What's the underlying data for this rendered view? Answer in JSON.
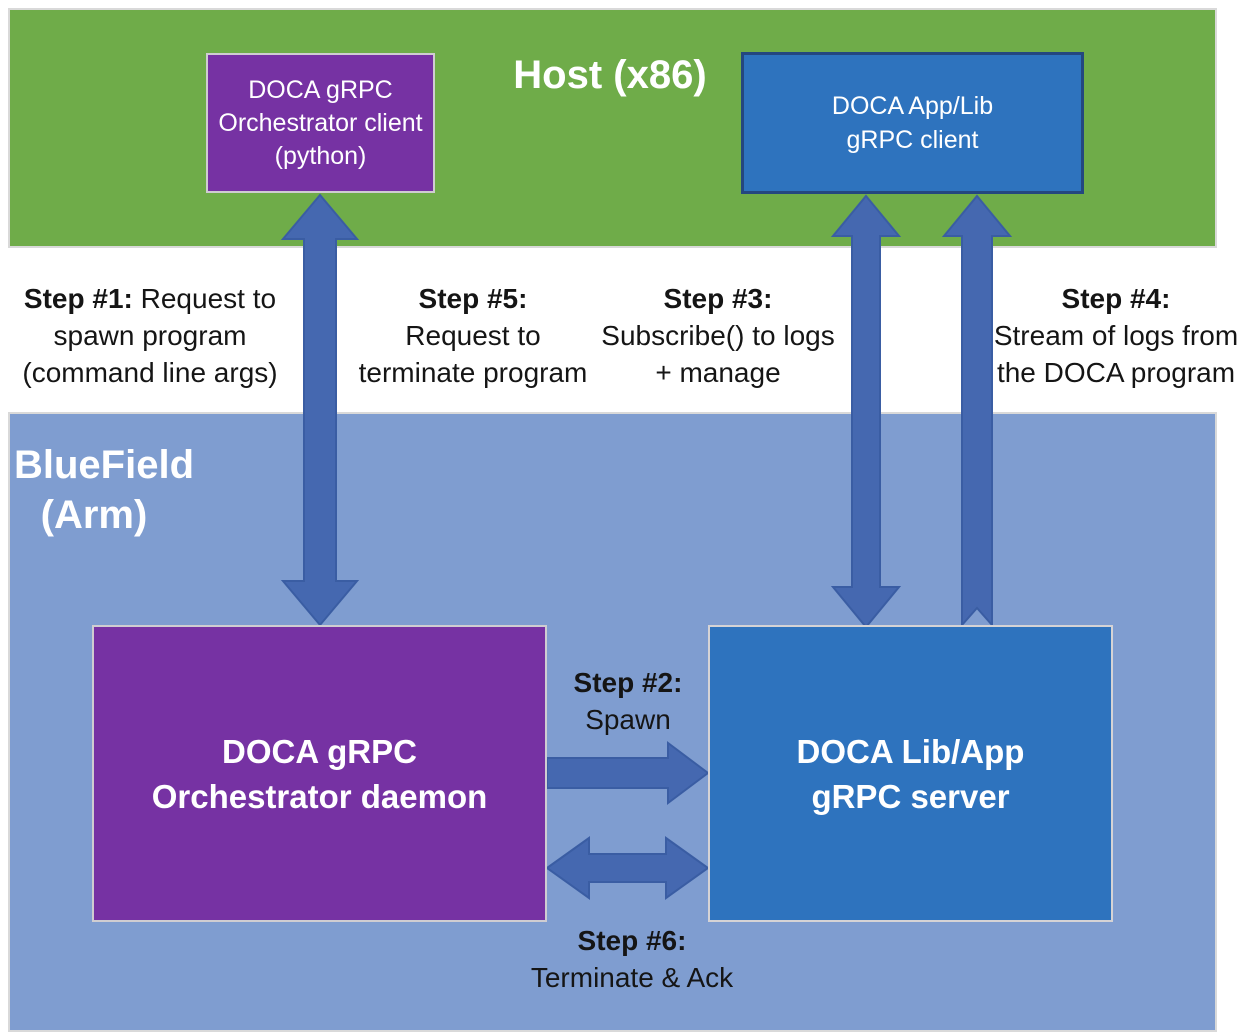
{
  "colors": {
    "host_band_green": "#6FAC49",
    "bluefield_band_blue": "#7F9DD0",
    "purple_box": "#7632A3",
    "blue_box": "#2E73BE",
    "arrow_fill": "#4568B0",
    "arrow_border": "#3A5DA3"
  },
  "host_band": {
    "title": "Host (x86)"
  },
  "bluefield_band": {
    "title_lines": [
      "BlueField",
      "(Arm)"
    ]
  },
  "boxes": {
    "orchestrator_client": {
      "lines": [
        "DOCA gRPC",
        "Orchestrator client",
        "(python)"
      ]
    },
    "grpc_client": {
      "lines": [
        "DOCA App/Lib",
        "gRPC client"
      ]
    },
    "orchestrator_daemon": {
      "lines": [
        "DOCA gRPC",
        "Orchestrator daemon"
      ]
    },
    "grpc_server": {
      "lines": [
        "DOCA Lib/App",
        "gRPC server"
      ]
    }
  },
  "steps": {
    "step1": {
      "label": "Step #1:",
      "lines": [
        "Request to",
        "spawn program",
        "(command line args)"
      ]
    },
    "step2": {
      "label": "Step #2:",
      "lines": [
        "Spawn"
      ]
    },
    "step3": {
      "label": "Step #3:",
      "lines": [
        "Subscribe() to logs",
        "+ manage"
      ]
    },
    "step4": {
      "label": "Step #4:",
      "lines": [
        "Stream of logs from",
        "the DOCA program"
      ]
    },
    "step5": {
      "label": "Step #5:",
      "lines": [
        "Request to",
        "terminate program"
      ]
    },
    "step6": {
      "label": "Step #6:",
      "lines": [
        "Terminate & Ack"
      ]
    }
  },
  "arrows": [
    {
      "name": "step1-arrow",
      "type": "vertical",
      "direction": "double-headed"
    },
    {
      "name": "step2-arrow",
      "type": "horizontal",
      "direction": "right"
    },
    {
      "name": "step3-arrow",
      "type": "vertical",
      "direction": "double-headed"
    },
    {
      "name": "step4-arrow",
      "type": "vertical",
      "direction": "up"
    },
    {
      "name": "step6-arrow",
      "type": "horizontal",
      "direction": "double-headed"
    }
  ]
}
